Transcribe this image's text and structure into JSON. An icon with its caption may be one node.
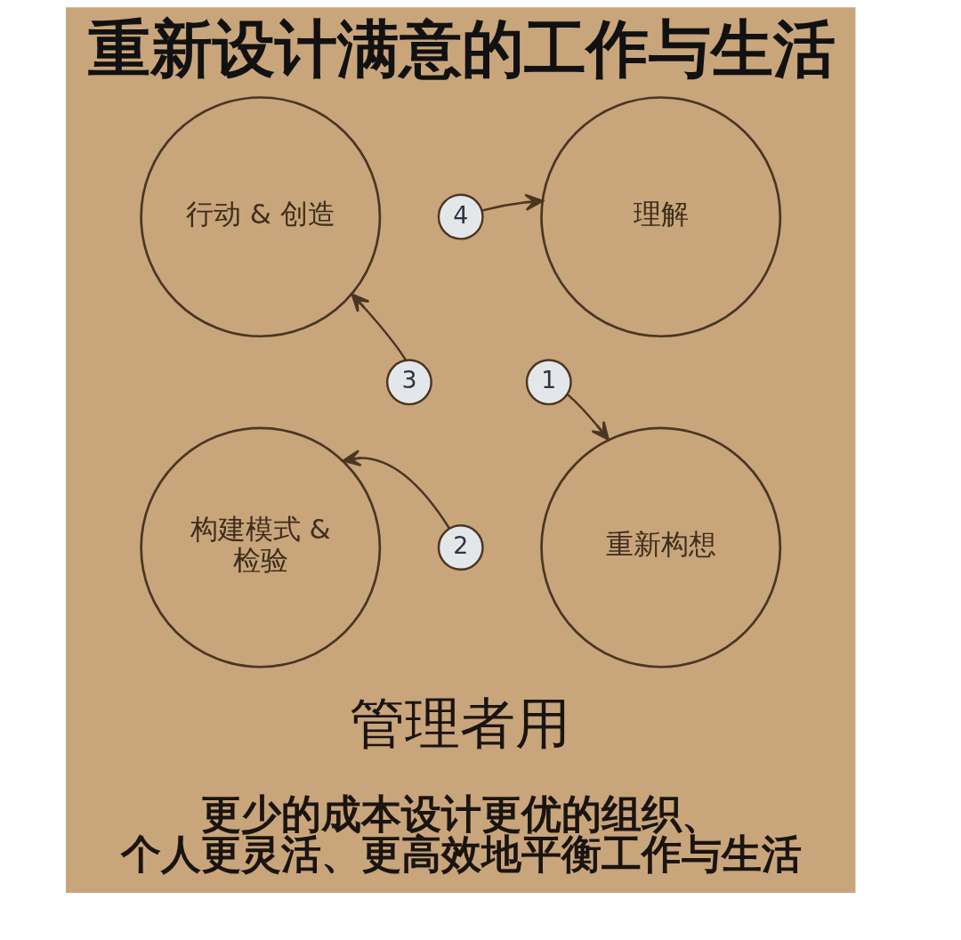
{
  "diagram": {
    "title": "重新设计满意的工作与生活",
    "nodes": [
      {
        "text": [
          "行动 & 创造"
        ]
      },
      {
        "text": [
          "4"
        ]
      },
      {
        "text": [
          "理解"
        ]
      },
      {
        "text": [
          "1"
        ]
      },
      {
        "text": [
          "3"
        ]
      },
      {
        "text": [
          "构建模式 & 检验"
        ]
      },
      {
        "text": [
          "2"
        ]
      },
      {
        "text": [
          "重新构想"
        ]
      }
    ],
    "edges": [
      {
        "from": 3,
        "to": 7,
        "arrow": "to"
      },
      {
        "from": 6,
        "to": 5,
        "arrow": "to"
      },
      {
        "from": 4,
        "to": 0,
        "arrow": "to"
      },
      {
        "from": 1,
        "to": 2,
        "arrow": "to"
      }
    ],
    "labels": [
      "管理者用",
      "更少的成本设计更优的组织、个人更灵活、更高效地平衡工作与生活"
    ]
  }
}
